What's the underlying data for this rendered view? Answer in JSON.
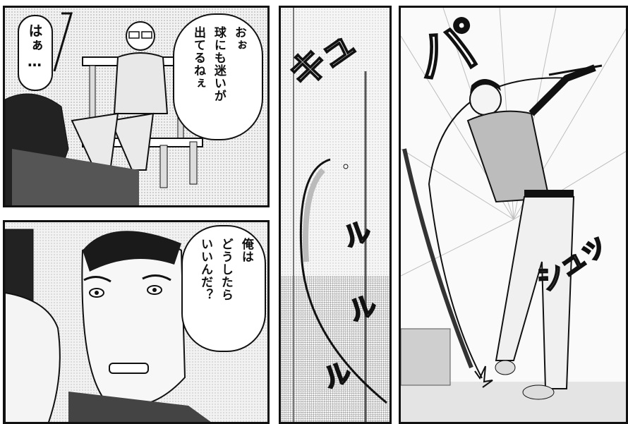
{
  "panels": {
    "p1": {
      "speech": "はぁ…"
    },
    "p2": {
      "speech_lines": [
        "おぉ",
        "球にも迷いが",
        "出てるねぇ"
      ]
    },
    "p3": {
      "speech_lines": [
        "俺は",
        "どうしたら",
        "いいんだ？"
      ]
    },
    "p4": {
      "sfx": [
        "キュ",
        "ル",
        "ル",
        "ル"
      ]
    },
    "p5": {
      "sfx": [
        "パ",
        "シュッ"
      ]
    }
  }
}
